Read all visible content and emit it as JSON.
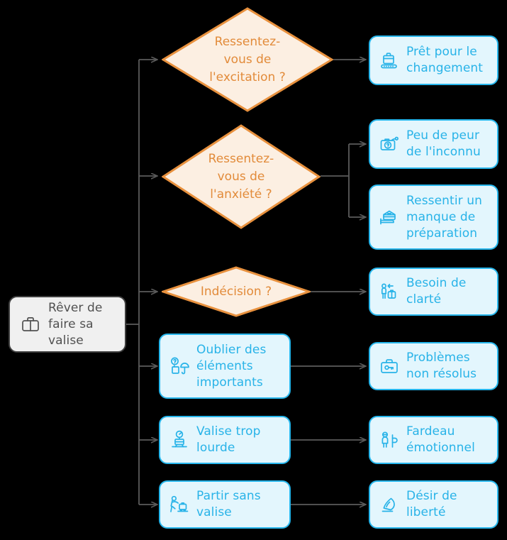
{
  "diagram": {
    "title": "Rêver de faire sa valise",
    "language": "fr",
    "colors": {
      "background": "#000000",
      "root_fill": "#f0f0f0",
      "root_border": "#3f3f3f",
      "root_text": "#515151",
      "decision_fill": "#fcefe2",
      "decision_border": "#e8913e",
      "decision_text": "#e28b3a",
      "outcome_fill": "#e3f6fd",
      "outcome_border": "#26b6ec",
      "outcome_text": "#28b3e8",
      "connector": "#5b5b5b"
    },
    "root": {
      "label": "Rêver de\nfaire sa\nvalise",
      "icon": "suitcase-icon"
    },
    "decisions": [
      {
        "id": "excitation",
        "label": "Ressentez-\nvous de\nl'excitation ?"
      },
      {
        "id": "anxiete",
        "label": "Ressentez-\nvous de\nl'anxiété ?"
      },
      {
        "id": "indecision",
        "label": "Indécision ?"
      }
    ],
    "branch_nodes": [
      {
        "id": "oublier",
        "label": "Oublier des\néléments\nimportants",
        "icon": "question-luggage-umbrella-icon"
      },
      {
        "id": "valise-lourde",
        "label": "Valise trop\nlourde",
        "icon": "luggage-scale-icon"
      },
      {
        "id": "partir-sans",
        "label": "Partir sans\nvalise",
        "icon": "person-leaving-luggage-icon"
      }
    ],
    "outcomes": [
      {
        "id": "pret",
        "label": "Prêt pour le\nchangement",
        "icon": "suitcase-conveyor-icon"
      },
      {
        "id": "peu-de-peur",
        "label": "Peu de peur\nde l'inconnu",
        "icon": "camera-question-icon"
      },
      {
        "id": "manque-preparation",
        "label": "Ressentir un\nmanque de\npréparation",
        "icon": "open-briefcase-icon"
      },
      {
        "id": "clarte",
        "label": "Besoin de\nclarté",
        "icon": "person-arrow-luggage-icon"
      },
      {
        "id": "problemes",
        "label": "Problèmes\nnon résolus",
        "icon": "locked-briefcase-icon"
      },
      {
        "id": "fardeau",
        "label": "Fardeau\némotionnel",
        "icon": "person-weight-icon"
      },
      {
        "id": "liberte",
        "label": "Désir de\nliberté",
        "icon": "flame-icon"
      }
    ]
  }
}
